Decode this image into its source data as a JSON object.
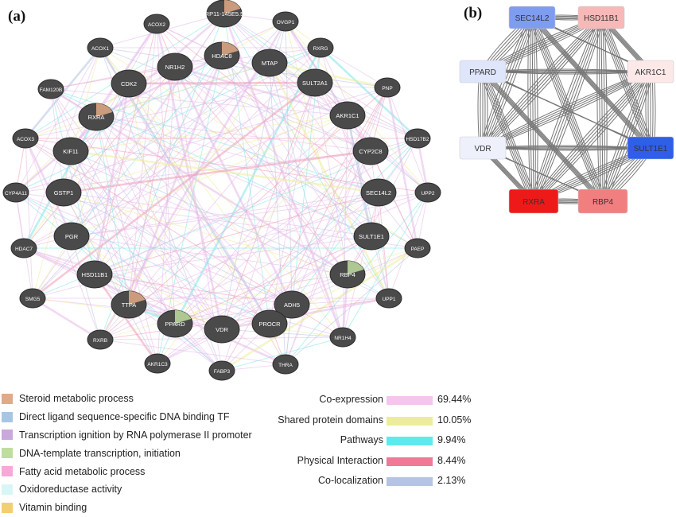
{
  "panel_a_label": "(a)",
  "panel_b_label": "(b)",
  "network_a": {
    "nodes": [
      {
        "label": "RP11-145E5.5",
        "big": true
      },
      {
        "label": "OVGP1",
        "big": false
      },
      {
        "label": "ACOX2",
        "big": false
      },
      {
        "label": "RXRG",
        "big": false
      },
      {
        "label": "ACOX1",
        "big": false
      },
      {
        "label": "NR1H2",
        "big": true
      },
      {
        "label": "HDAC8",
        "big": true
      },
      {
        "label": "MTAP",
        "big": true
      },
      {
        "label": "SULT2A1",
        "big": true
      },
      {
        "label": "FAM120B",
        "big": false
      },
      {
        "label": "CDK2",
        "big": true
      },
      {
        "label": "PNP",
        "big": false
      },
      {
        "label": "RXRA",
        "big": true
      },
      {
        "label": "AKR1C1",
        "big": true
      },
      {
        "label": "ACOX3",
        "big": false
      },
      {
        "label": "HSD17B2",
        "big": false
      },
      {
        "label": "KIF11",
        "big": true
      },
      {
        "label": "CYP2C8",
        "big": true
      },
      {
        "label": "CYP4A11",
        "big": false
      },
      {
        "label": "GSTP1",
        "big": true
      },
      {
        "label": "SEC14L2",
        "big": true
      },
      {
        "label": "UPP2",
        "big": false
      },
      {
        "label": "PGR",
        "big": true
      },
      {
        "label": "SULT1E1",
        "big": true
      },
      {
        "label": "HDAC7",
        "big": false
      },
      {
        "label": "PAEP",
        "big": false
      },
      {
        "label": "HSD11B1",
        "big": true
      },
      {
        "label": "RBP4",
        "big": true
      },
      {
        "label": "SMG5",
        "big": false
      },
      {
        "label": "UPP1",
        "big": false
      },
      {
        "label": "TTPA",
        "big": true
      },
      {
        "label": "ADH5",
        "big": true
      },
      {
        "label": "PROCR",
        "big": true
      },
      {
        "label": "PPARD",
        "big": true
      },
      {
        "label": "VDR",
        "big": true
      },
      {
        "label": "RXRB",
        "big": false
      },
      {
        "label": "NR1H4",
        "big": false
      },
      {
        "label": "AKR1C3",
        "big": false
      },
      {
        "label": "FABP3",
        "big": false
      },
      {
        "label": "THRA",
        "big": false
      }
    ]
  },
  "network_b": {
    "nodes": [
      {
        "label": "SEC14L2",
        "color": "#7e9cf0"
      },
      {
        "label": "HSD11B1",
        "color": "#f8b8b8"
      },
      {
        "label": "PPARD",
        "color": "#dfe5fb"
      },
      {
        "label": "AKR1C1",
        "color": "#fde8e8"
      },
      {
        "label": "VDR",
        "color": "#eef1fc"
      },
      {
        "label": "SULT1E1",
        "color": "#2f5fe8"
      },
      {
        "label": "RXRA",
        "color": "#ee1a1a"
      },
      {
        "label": "RBP4",
        "color": "#f27f7f"
      }
    ]
  },
  "function_legend": [
    {
      "label": "Steroid metabolic process",
      "color": "#e0aa86"
    },
    {
      "label": "Direct ligand sequence-specific DNA binding TF",
      "color": "#a8c6e3"
    },
    {
      "label": "Transcription ignition by RNA polymerase II promoter",
      "color": "#c9a8dc"
    },
    {
      "label": "DNA-template transcription, initiation",
      "color": "#c0dda0"
    },
    {
      "label": "Fatty acid metabolic process",
      "color": "#f7a8d8"
    },
    {
      "label": "Oxidoreductase activity",
      "color": "#d8f6f6"
    },
    {
      "label": "Vitamin binding",
      "color": "#f3cf73"
    }
  ],
  "network_legend": [
    {
      "label": "Co-expression",
      "pct": "69.44%",
      "color": "#f3c6ee"
    },
    {
      "label": "Shared protein domains",
      "pct": "10.05%",
      "color": "#ecec9b"
    },
    {
      "label": "Pathways",
      "pct": "9.94%",
      "color": "#5ee9ee"
    },
    {
      "label": "Physical Interaction",
      "pct": "8.44%",
      "color": "#ee7a97"
    },
    {
      "label": "Co-localization",
      "pct": "2.13%",
      "color": "#b4c4e2"
    }
  ]
}
